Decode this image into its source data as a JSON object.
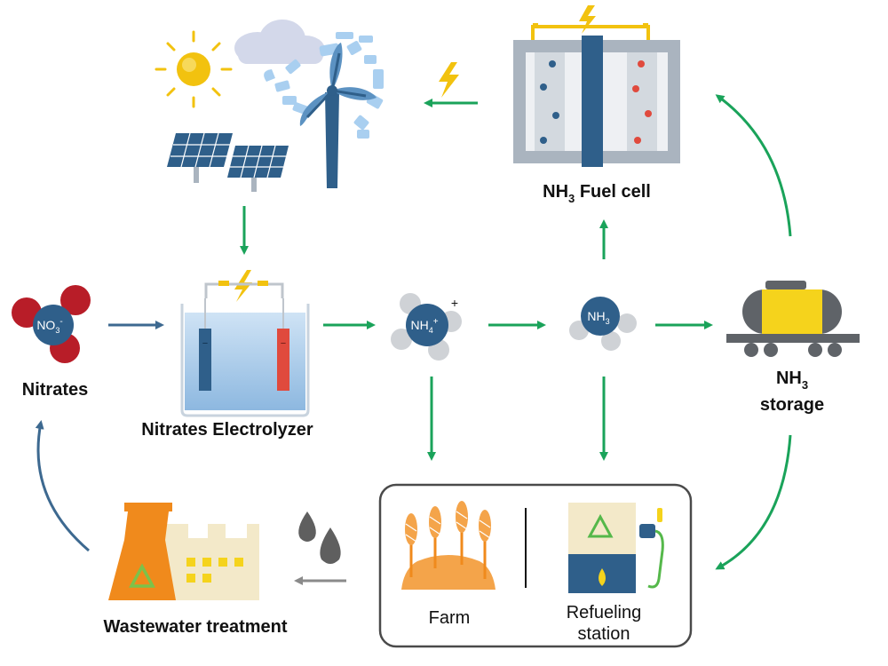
{
  "colors": {
    "green_arrow": "#1aa35a",
    "blue_arrow": "#3d6990",
    "grey_arrow": "#8a8a8a",
    "lightning": "#f2c20f",
    "steel_blue": "#2f5f8a",
    "red_electrode": "#e04a3d",
    "orange": "#f08a1c",
    "light_orange": "#f4b05a",
    "cream": "#f3e9c9",
    "grey_box": "#4a4a4a"
  },
  "icons": {
    "sun": "sun-icon",
    "cloud": "cloud-icon",
    "wind_turbine": "wind-turbine-icon",
    "solar_panel": "solar-panel-icon",
    "lightning": "lightning-icon",
    "fuel_cell": "fuel-cell-icon",
    "nitrate_molecule": "nitrate-molecule-icon",
    "electrolyzer": "electrolyzer-icon",
    "ammonium_molecule": "ammonium-molecule-icon",
    "ammonia_molecule": "ammonia-molecule-icon",
    "tank_car": "tank-car-icon",
    "factory": "factory-icon",
    "recycle": "recycle-icon",
    "water_drops": "water-drops-icon",
    "wheat": "wheat-icon",
    "fuel_pump": "fuel-pump-icon"
  },
  "nodes": {
    "fuel_cell": {
      "prefix": "NH",
      "sub": "3",
      "suffix": " Fuel cell"
    },
    "nitrates": {
      "label": "Nitrates",
      "formula": "NO",
      "formula_sub": "3",
      "formula_sup": "-"
    },
    "electrolyzer": {
      "label": "Nitrates Electrolyzer",
      "cathode_sign": "−",
      "anode_sign": "−"
    },
    "ammonium": {
      "formula": "NH",
      "formula_sub": "4",
      "formula_sup": "+",
      "charge": "+"
    },
    "ammonia": {
      "formula": "NH",
      "formula_sub": "3"
    },
    "storage": {
      "line1_prefix": "NH",
      "line1_sub": "3",
      "line2": "storage"
    },
    "wastewater": {
      "label": "Wastewater treatment"
    },
    "farm": {
      "label": "Farm"
    },
    "refueling": {
      "line1": "Refueling",
      "line2": "station"
    }
  },
  "edges": [
    {
      "from": "renewables",
      "to": "electrolyzer",
      "color": "green"
    },
    {
      "from": "fuel_cell",
      "to": "renewables",
      "color": "green"
    },
    {
      "from": "nitrates",
      "to": "electrolyzer",
      "color": "blue"
    },
    {
      "from": "electrolyzer",
      "to": "ammonium",
      "color": "green"
    },
    {
      "from": "ammonium",
      "to": "ammonia",
      "color": "green"
    },
    {
      "from": "ammonia",
      "to": "storage",
      "color": "green"
    },
    {
      "from": "ammonia",
      "to": "fuel_cell",
      "color": "green"
    },
    {
      "from": "storage",
      "to": "fuel_cell",
      "color": "green"
    },
    {
      "from": "ammonium",
      "to": "farm",
      "color": "green"
    },
    {
      "from": "ammonia",
      "to": "refueling",
      "color": "green"
    },
    {
      "from": "storage",
      "to": "farm_refueling",
      "color": "green"
    },
    {
      "from": "farm_refueling",
      "to": "wastewater",
      "color": "grey"
    },
    {
      "from": "wastewater",
      "to": "nitrates",
      "color": "blue"
    }
  ]
}
